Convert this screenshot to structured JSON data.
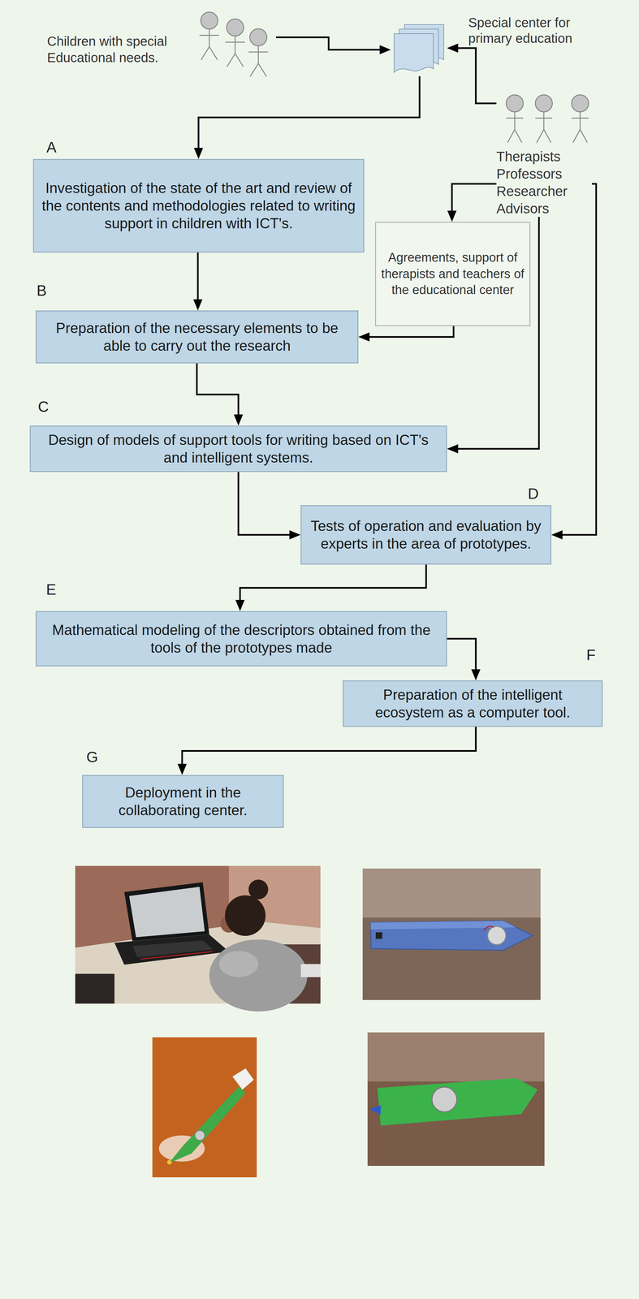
{
  "diagram": {
    "nodes": [
      {
        "text": [
          "Children with special Educational needs."
        ]
      },
      {
        "text": [
          "Special center for primary education"
        ]
      },
      {
        "text": [
          "Therapists Professors Researcher Advisors"
        ]
      },
      {
        "text": [
          "A",
          "Investigation of the state of the art and review of the contents and methodologies related to writing support in children with ICT's."
        ]
      },
      {
        "text": [
          "B",
          "Preparation of the necessary elements to be able to carry out the research"
        ]
      },
      {
        "text": [
          "Agreements, support of therapists and teachers of the educational center"
        ]
      },
      {
        "text": [
          "C",
          "Design of models of support tools for writing based on ICT's and intelligent systems."
        ]
      },
      {
        "text": [
          "D",
          "Tests of operation and evaluation by experts in the area of prototypes."
        ]
      },
      {
        "text": [
          "E",
          "Mathematical modeling of the descriptors obtained from the tools of the prototypes made"
        ]
      },
      {
        "text": [
          "F",
          "Preparation of the intelligent ecosystem as a computer tool."
        ]
      },
      {
        "text": [
          "G",
          "Deployment in the collaborating center."
        ]
      }
    ],
    "edges": [
      {
        "from": 0,
        "to": 1,
        "arrow": "to"
      },
      {
        "from": 2,
        "to": 1,
        "arrow": "to"
      },
      {
        "from": 1,
        "to": 3,
        "arrow": "to"
      },
      {
        "from": 3,
        "to": 4,
        "arrow": "to"
      },
      {
        "from": 2,
        "to": 5,
        "arrow": "to"
      },
      {
        "from": 5,
        "to": 4,
        "arrow": "to"
      },
      {
        "from": 2,
        "to": 6,
        "arrow": "to"
      },
      {
        "from": 2,
        "to": 7,
        "arrow": "to"
      },
      {
        "from": 4,
        "to": 6,
        "arrow": "to"
      },
      {
        "from": 6,
        "to": 7,
        "arrow": "to"
      },
      {
        "from": 7,
        "to": 8,
        "arrow": "to"
      },
      {
        "from": 8,
        "to": 9,
        "arrow": "to"
      },
      {
        "from": 9,
        "to": 10,
        "arrow": "to"
      }
    ]
  }
}
